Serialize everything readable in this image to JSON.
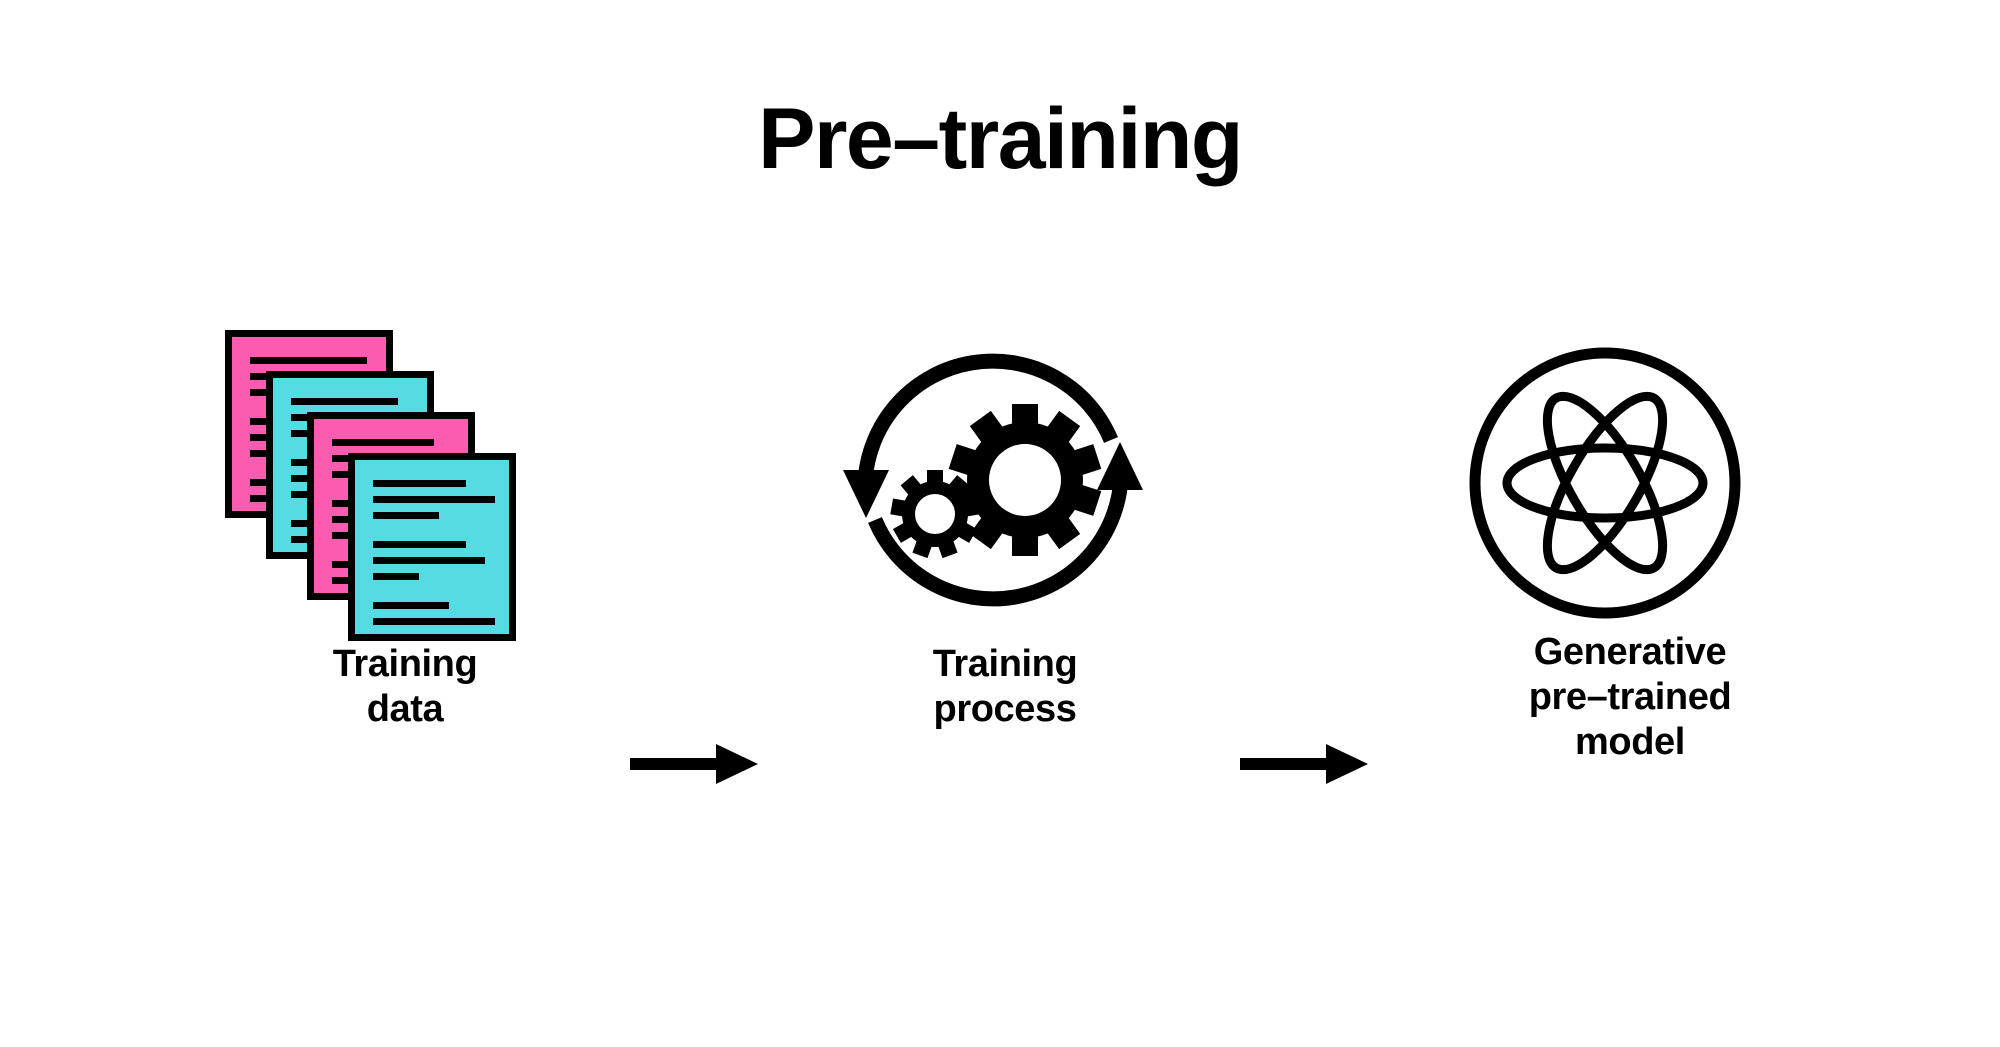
{
  "slide": {
    "background_color": "#ffffff",
    "title": "Pre–training"
  },
  "palette": {
    "pink": "#fb5cb0",
    "cyan": "#55dce3",
    "ink": "#000000",
    "background": "#ffffff"
  },
  "flow": {
    "stages": [
      {
        "id": "training-data",
        "label": "Training\ndata",
        "icon": "document-stack-icon"
      },
      {
        "id": "training-process",
        "label": "Training\nprocess",
        "icon": "gears-refresh-cycle-icon"
      },
      {
        "id": "generative-pretrained-model",
        "label": "Generative\npre–trained\nmodel",
        "icon": "atom-circle-icon"
      }
    ],
    "connectors": [
      {
        "id": "arrow-data-to-process",
        "icon": "arrow-right-icon"
      },
      {
        "id": "arrow-process-to-model",
        "icon": "arrow-right-icon"
      }
    ]
  },
  "document_stack": {
    "count": 4,
    "documents": [
      {
        "color_name": "pink",
        "color": "#fb5cb0",
        "line_groups": [
          [
            96,
            78,
            60
          ],
          [
            96,
            78,
            60
          ],
          [
            96,
            78,
            60
          ]
        ]
      },
      {
        "color_name": "cyan",
        "color": "#55dce3",
        "line_groups": [
          [
            88,
            100,
            64
          ],
          [
            52,
            70,
            58
          ],
          [
            70,
            60,
            78
          ]
        ]
      },
      {
        "color_name": "pink",
        "color": "#fb5cb0",
        "line_groups": [
          [
            84,
            100,
            56
          ],
          [
            62,
            74,
            52
          ],
          [
            64,
            56,
            72
          ]
        ]
      },
      {
        "color_name": "cyan",
        "color": "#55dce3",
        "line_groups": [
          [
            76,
            100,
            54
          ],
          [
            76,
            92,
            38
          ],
          [
            62,
            100,
            76
          ]
        ]
      }
    ]
  },
  "icons": {
    "document_stack": "document-stack-icon",
    "gears": "gears-refresh-cycle-icon",
    "atom": "atom-circle-icon",
    "arrow": "arrow-right-icon"
  }
}
